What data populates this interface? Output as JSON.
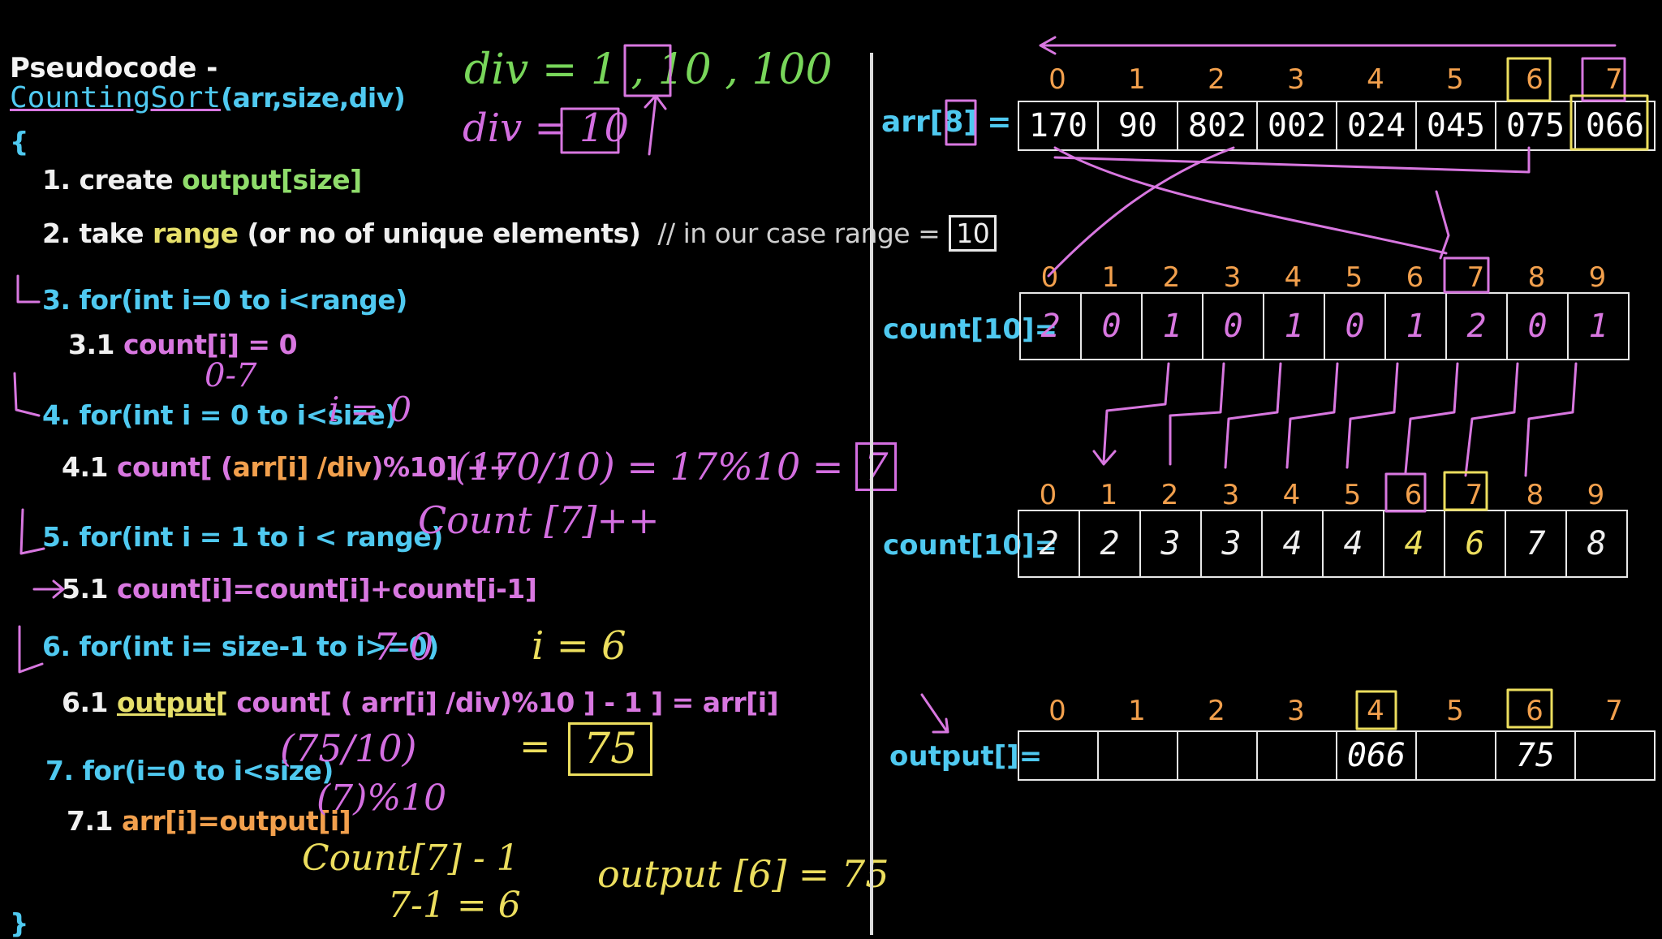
{
  "left": {
    "heading": "Pseudocode -",
    "function": "CountingSort",
    "params": "(arr,size,div)",
    "brace_open": "{",
    "brace_close": "}",
    "steps": [
      {
        "num": "1. create",
        "rest": "output[size]"
      },
      {
        "num": "2. take",
        "keyword": "range",
        "rest": "(or no of unique elements)",
        "comment": "// in our case range =",
        "boxed": "10"
      },
      {
        "num": "3.",
        "rest": "for(int i=0 to i<range)"
      },
      {
        "num": "3.1",
        "rest": "count[i] = 0"
      },
      {
        "num": "4.",
        "rest": "for(int i = 0 to i<size)"
      },
      {
        "num": "4.1",
        "p1": "count[ (",
        "p2": "arr[i] /div",
        "p3": ")%10] ++"
      },
      {
        "num": "5.",
        "rest": "for(int i = 1 to i < range)"
      },
      {
        "num": "5.1",
        "rest": "count[i]=count[i]+count[i-1]"
      },
      {
        "num": "6.",
        "rest": "for(int i= size-1 to i>=0)"
      },
      {
        "num": "6.1",
        "p1": "output[",
        "p2": "count[ ( arr[i] /div)%10 ] - 1 ]",
        "p3": "= arr[i]"
      },
      {
        "num": "7.",
        "rest": "for(i=0 to i<size)"
      },
      {
        "num": "7.1",
        "rest": "arr[i]=output[i]"
      }
    ],
    "annotations": {
      "div_values": "div = 1 , 10 , 100",
      "div_current": "div = 10",
      "range_0_7": "0-7",
      "i_eq_0": "i = 0",
      "calc1": "(170/10) = 17%10 =",
      "calc1_box": "7",
      "count_inc": "Count [7]++",
      "range_7_0": "7-0",
      "i_eq_6": "i = 6",
      "calc2a": "(75/10)",
      "calc2b": "(7)%10",
      "eq": "=",
      "val75": "75",
      "count7": "Count[7] - 1",
      "calc3": "7-1 = 6",
      "output_assign": "output [6] = 75"
    }
  },
  "right": {
    "arr": {
      "label": "arr[8] =",
      "indices": [
        "0",
        "1",
        "2",
        "3",
        "4",
        "5",
        "6",
        "7"
      ],
      "values": [
        "170",
        "90",
        "802",
        "002",
        "024",
        "045",
        "075",
        "066"
      ]
    },
    "count1": {
      "label": "count[10]=",
      "indices": [
        "0",
        "1",
        "2",
        "3",
        "4",
        "5",
        "6",
        "7",
        "8",
        "9"
      ],
      "values": [
        "2",
        "0",
        "1",
        "0",
        "1",
        "0",
        "1",
        "2",
        "0",
        "1"
      ]
    },
    "count2": {
      "label": "count[10]=",
      "indices": [
        "0",
        "1",
        "2",
        "3",
        "4",
        "5",
        "6",
        "7",
        "8",
        "9"
      ],
      "values": [
        "2",
        "2",
        "3",
        "3",
        "4",
        "4",
        "4",
        "6",
        "7",
        "8"
      ]
    },
    "output": {
      "label": "output[]=",
      "indices": [
        "0",
        "1",
        "2",
        "3",
        "4",
        "5",
        "6",
        "7"
      ],
      "values": [
        "",
        "",
        "",
        "",
        "066",
        "",
        "75",
        ""
      ]
    }
  }
}
